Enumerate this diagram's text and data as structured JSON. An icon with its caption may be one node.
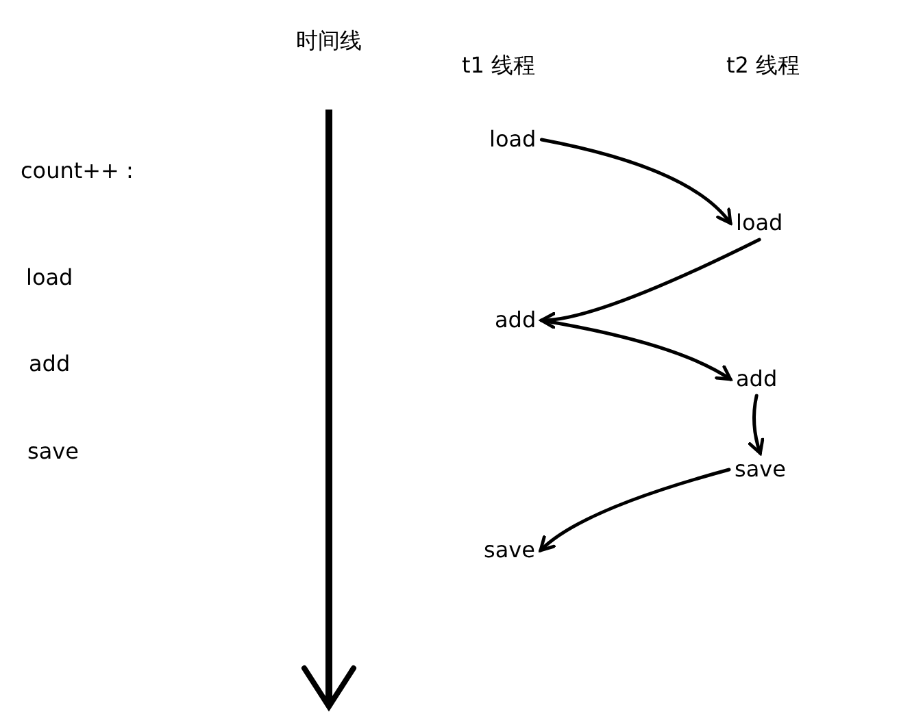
{
  "diagram": {
    "nodes": [
      {
        "text": [
          "load"
        ]
      },
      {
        "text": [
          "load"
        ]
      },
      {
        "text": [
          "add"
        ]
      },
      {
        "text": [
          "add"
        ]
      },
      {
        "text": [
          "save"
        ]
      },
      {
        "text": [
          "save"
        ]
      }
    ],
    "edges": [
      {
        "from": 0,
        "to": 1,
        "arrow": "to"
      },
      {
        "from": 1,
        "to": 2,
        "arrow": "to"
      },
      {
        "from": 2,
        "to": 3,
        "arrow": "to"
      },
      {
        "from": 3,
        "to": 4,
        "arrow": "to"
      },
      {
        "from": 4,
        "to": 5,
        "arrow": "to"
      }
    ],
    "labels": [
      "时间线",
      "t1 线程",
      "t2 线程",
      "count++ :",
      "load",
      "add",
      "save"
    ]
  }
}
